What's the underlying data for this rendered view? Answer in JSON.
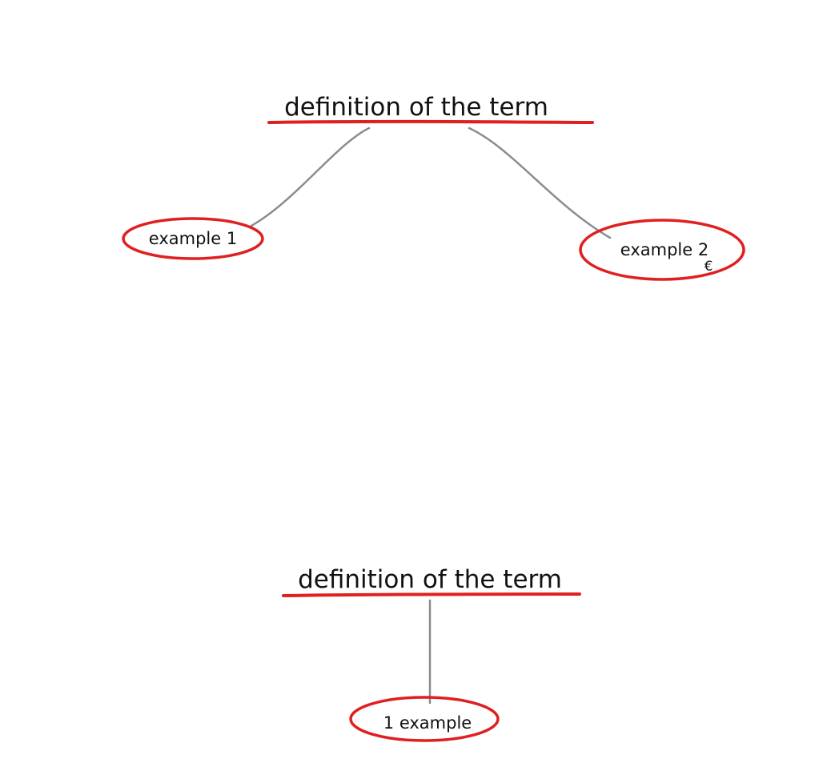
{
  "colors": {
    "accent": "#e02020",
    "connector": "#8c8c8c",
    "text": "#111111"
  },
  "diagram_1": {
    "title": "definition of the term",
    "example_left": "example 1",
    "example_right": "example 2",
    "example_right_mark": "€"
  },
  "diagram_2": {
    "title": "definition of the term",
    "example": "1 example"
  }
}
